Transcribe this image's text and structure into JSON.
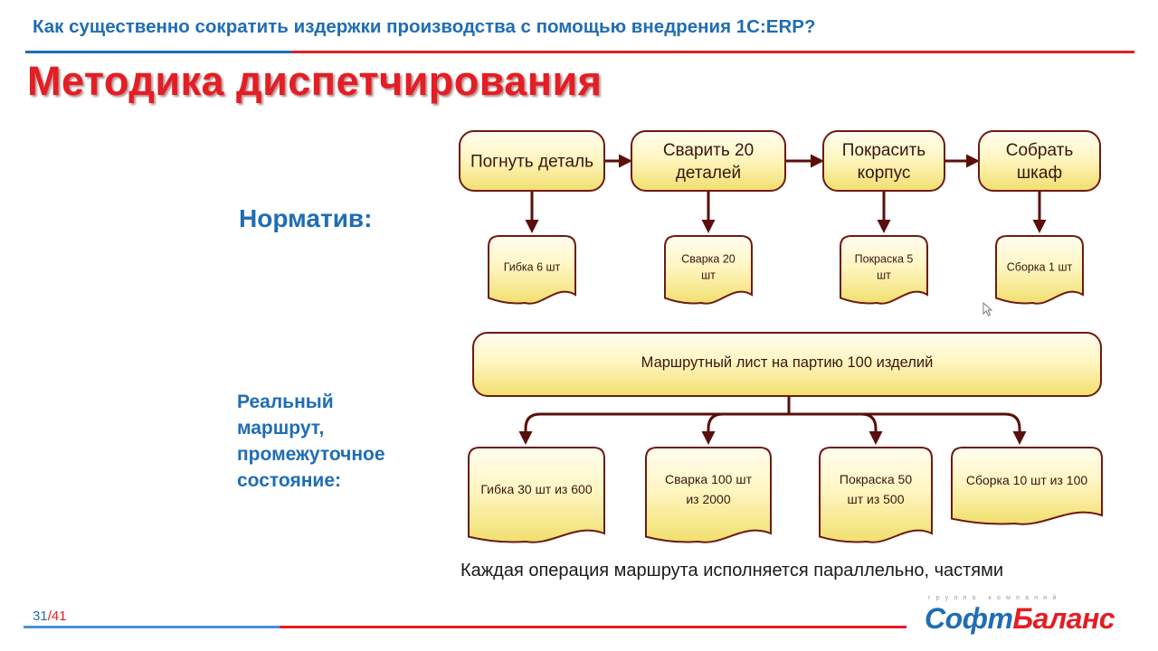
{
  "header": {
    "subtitle": "Как существенно сократить издержки производства с помощью внедрения 1С:ERP?",
    "title": "Методика диспетчирования"
  },
  "labels": {
    "norm": "Норматив:",
    "real": [
      "Реальный",
      "маршрут,",
      "промежуточное",
      "состояние:"
    ]
  },
  "diagram": {
    "process_steps": [
      [
        "Погнуть деталь"
      ],
      [
        "Сварить 20",
        "деталей"
      ],
      [
        "Покрасить",
        "корпус"
      ],
      [
        "Собрать",
        "шкаф"
      ]
    ],
    "norm_docs": [
      [
        "Гибка 6 шт"
      ],
      [
        "Сварка 20",
        "шт"
      ],
      [
        "Покраска 5",
        "шт"
      ],
      [
        "Сборка 1 шт"
      ]
    ],
    "route_sheet": "Маршрутный лист на партию 100 изделий",
    "real_docs": [
      [
        "Гибка 30 шт из 600"
      ],
      [
        "Сварка 100 шт",
        "из 2000"
      ],
      [
        "Покраска 50",
        "шт из 500"
      ],
      [
        "Сборка 10 шт из 100"
      ]
    ]
  },
  "footer": {
    "note": "Каждая операция маршрута исполняется параллельно, частями",
    "page_current": "31",
    "page_total": "/41",
    "logo_tagline": "группа компаний",
    "logo_part1": "Софт",
    "logo_part2": "Баланс"
  },
  "colors": {
    "blue": "#1f6db4",
    "red": "#e31e24",
    "box_fill_top": "#fffbe0",
    "box_fill_bottom": "#f3e37a",
    "box_stroke": "#6e1a12",
    "connector": "#5a0f0a"
  }
}
